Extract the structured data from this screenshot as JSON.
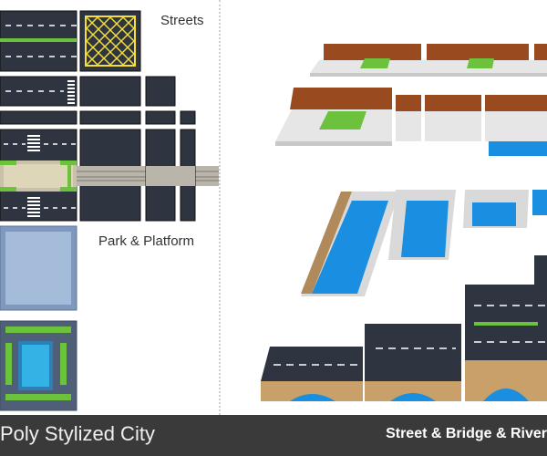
{
  "labels": {
    "streets": "Streets",
    "park_platform": "Park & Platform"
  },
  "footer": {
    "left": "Poly Stylized City",
    "right": "Street & Bridge & River"
  },
  "colors": {
    "asphalt": "#2e3440",
    "lane_mark": "#ffffff",
    "green_stripe": "#6cc23c",
    "yellow_box": "#f4de3a",
    "platform_blue": "#9fb9d8",
    "water_blue": "#1a8ee0",
    "sidewalk": "#dcdcdc",
    "wall_brown": "#9a4a1f",
    "footer_bg": "#3a3a3a"
  }
}
